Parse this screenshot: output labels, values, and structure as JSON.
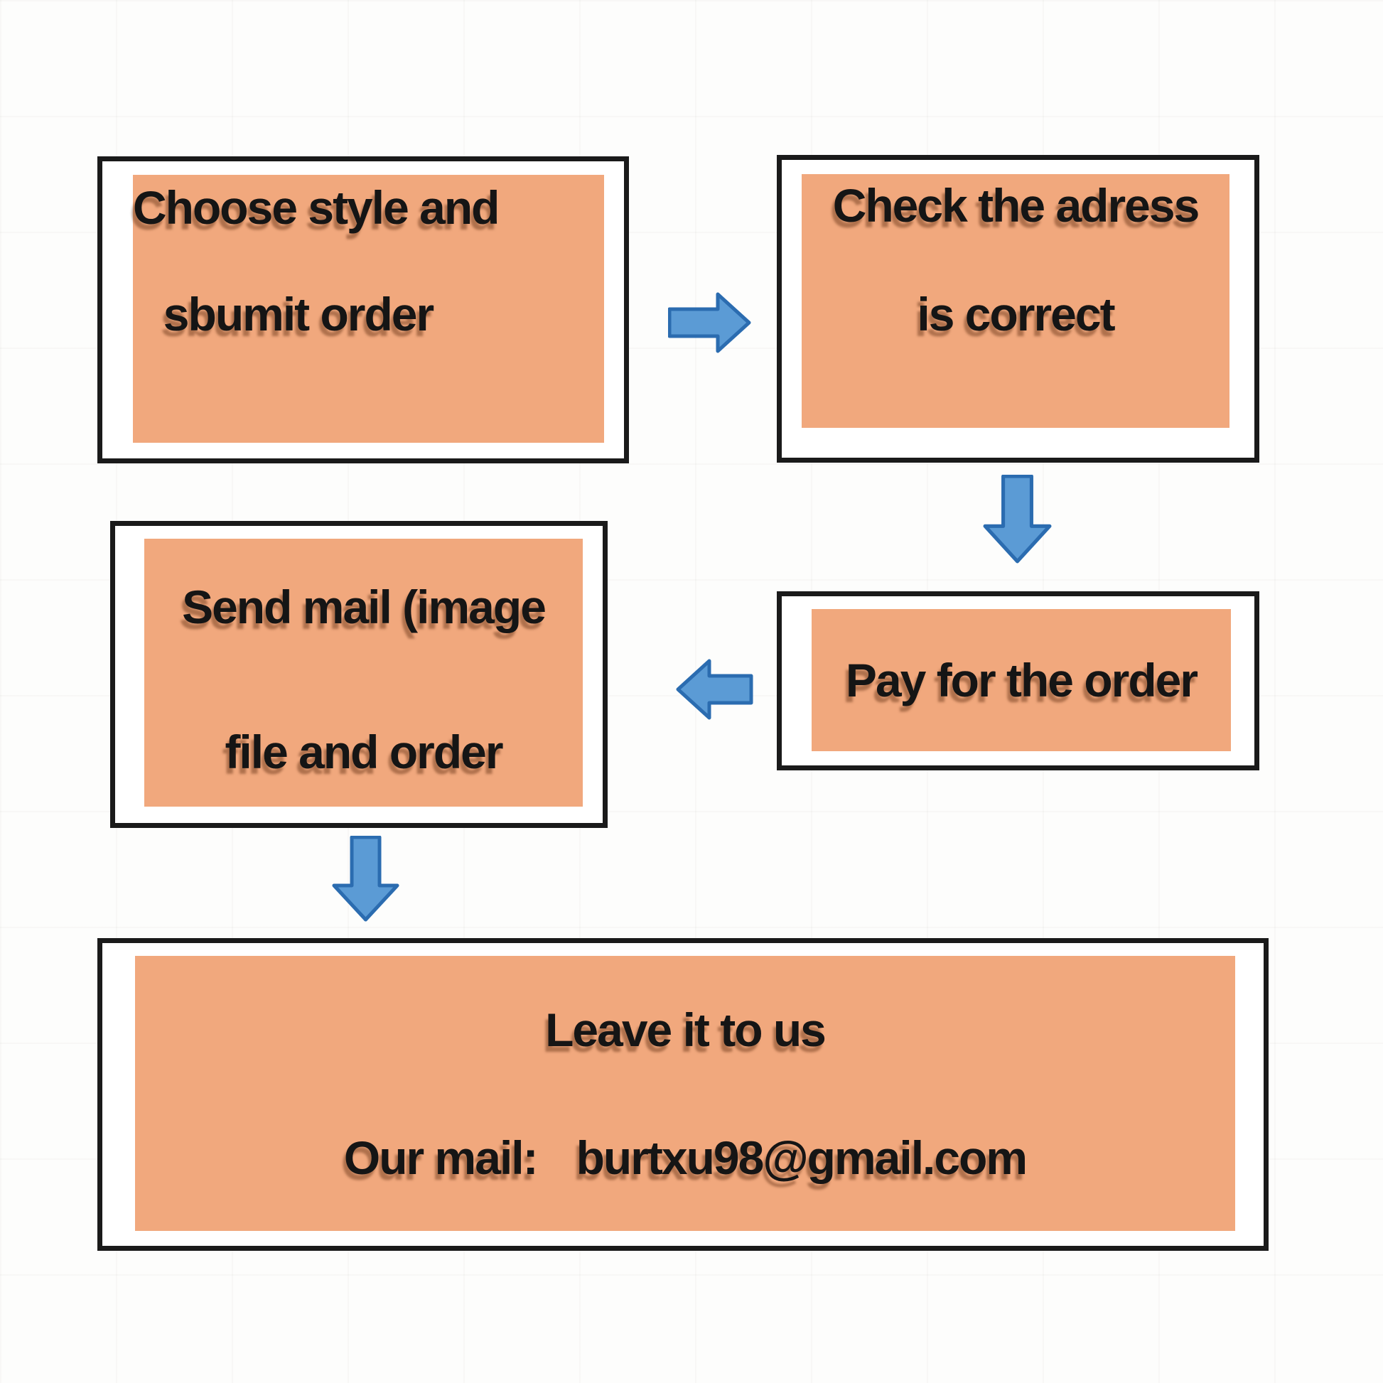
{
  "diagram": {
    "background": "#fdfdfc",
    "box_fill": "#f1a87d",
    "box_border": "#1a1a1a",
    "text_color": "#151515",
    "arrow_fill": "#5b9bd5",
    "arrow_stroke": "#2b6cb0"
  },
  "boxes": {
    "choose": {
      "line1": "Choose style and",
      "line2": "sbumit order"
    },
    "check": {
      "line1": "Check the adress",
      "line2": "is correct"
    },
    "pay": {
      "line1": "Pay for the order"
    },
    "send": {
      "line1": "Send mail (image",
      "line2": "file and order"
    },
    "leave": {
      "line1": "Leave it to us",
      "mail_label": "Our mail:",
      "mail_address": "burtxu98@gmail.com"
    }
  },
  "arrows": {
    "choose_to_check": "arrow-right-icon",
    "check_to_pay": "arrow-down-icon",
    "pay_to_send": "arrow-left-icon",
    "send_to_leave": "arrow-down-icon"
  }
}
